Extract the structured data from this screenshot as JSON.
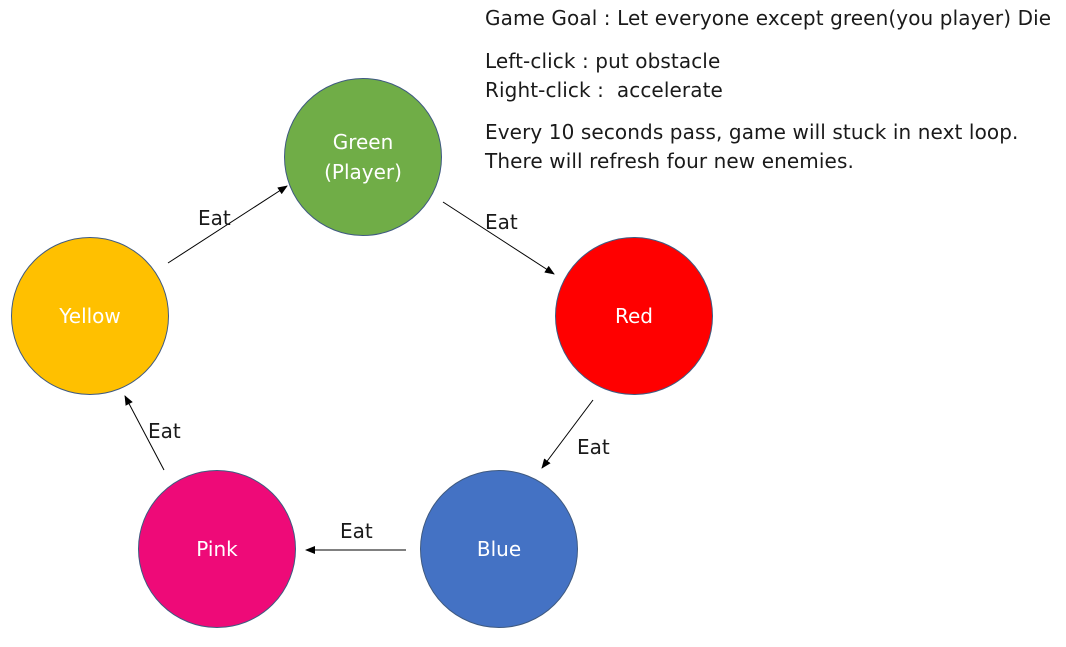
{
  "info": {
    "goal": "Game Goal : Let everyone except green(you player) Die",
    "left_click": "Left-click : put obstacle",
    "right_click": "Right-click :  accelerate",
    "refresh_line1": "Every 10 seconds pass, game will stuck in next loop.",
    "refresh_line2": "There will refresh four new enemies."
  },
  "nodes": {
    "green": {
      "line1": "Green",
      "line2": "(Player)",
      "color": "#70ad47"
    },
    "red": {
      "label": "Red",
      "color": "#ff0000"
    },
    "blue": {
      "label": "Blue",
      "color": "#4472c4"
    },
    "pink": {
      "label": "Pink",
      "color": "#ee0a78"
    },
    "yellow": {
      "label": "Yellow",
      "color": "#ffc000"
    }
  },
  "edges": {
    "green_to_red": "Eat",
    "red_to_blue": "Eat",
    "blue_to_pink": "Eat",
    "pink_to_yellow": "Eat",
    "yellow_to_green": "Eat"
  }
}
